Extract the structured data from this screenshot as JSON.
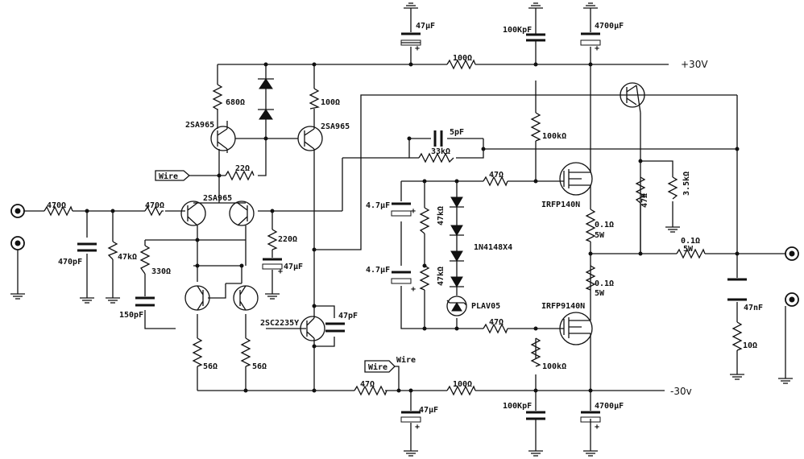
{
  "rails": {
    "positive": "+30V",
    "negative": "-30v"
  },
  "labels": {
    "c_top_47u": "47µF",
    "r_top_100": "100Ω",
    "c_100k_top": "100KpF",
    "c_4700_top": "4700µF",
    "r_680": "680Ω",
    "r_100_upper": "100Ω",
    "q1": "2SA965",
    "q2": "2SA965",
    "wire_in_top": "Wire",
    "r_22": "22Ω",
    "c_5p": "5pF",
    "r_33k": "33kΩ",
    "r_100k_top": "100kΩ",
    "r_470_in": "470Ω",
    "r_470_b": "470Ω",
    "q_diff": "2SA965",
    "r_47r_gate_top": "47Ω",
    "mosfet_n": "IRFP140N",
    "c_4u7_a": "4.7µF",
    "r_47k_a": "47kΩ",
    "diodes": "1N4148X4",
    "r_47_feed": "47Ω",
    "r_3k5": "3.5kΩ",
    "c_470p": "470pF",
    "r_47k_in": "47kΩ",
    "r_330": "330Ω",
    "r_220": "220Ω",
    "c_47u_mid": "47µF",
    "r_01_top": "0.1Ω",
    "w_5_top": "5W",
    "r_01_out": "0.1Ω",
    "w_5_out": "5W",
    "c_4u7_b": "4.7µF",
    "r_47k_b": "47kΩ",
    "r_01_bot": "0.1Ω",
    "w_5_bot": "5W",
    "c_150p": "150pF",
    "tvs": "PLAV05",
    "mosfet_p": "IRFP9140N",
    "c_47n": "47nF",
    "q_vas": "2SC2235Y",
    "c_47p": "47pF",
    "r_47r_gate_bot": "47Ω",
    "r_56_a": "56Ω",
    "r_56_b": "56Ω",
    "r_100k_bot": "100kΩ",
    "r_10": "10Ω",
    "wire_in_bot": "Wire",
    "wire_label_bot": "Wire",
    "r_47_bot": "47Ω",
    "r_100_bot": "100Ω",
    "c_47u_bot": "47µF",
    "c_100k_bot": "100KpF",
    "c_4700_bot": "4700µF",
    "plus_1": "+",
    "plus_2": "+",
    "plus_3": "+",
    "plus_4": "+",
    "plus_5": "+",
    "plus_6": "+",
    "plus_7": "+"
  }
}
